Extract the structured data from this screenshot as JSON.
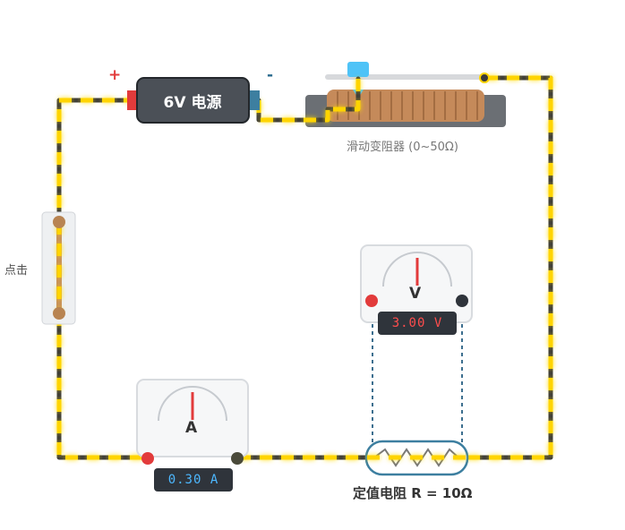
{
  "battery": {
    "label": "6V 电源",
    "plus": "+",
    "minus": "-"
  },
  "rheostat": {
    "label": "滑动变阻器 (0~50Ω)"
  },
  "switch": {
    "label": "点击"
  },
  "voltmeter": {
    "symbol": "V",
    "reading": "3.00 V"
  },
  "ammeter": {
    "symbol": "A",
    "reading": "0.30 A"
  },
  "resistor": {
    "label": "定值电阻 R = 10Ω"
  },
  "colors": {
    "flow": "#ffd400",
    "wire": "#3a3a3a",
    "positive": "#e23b3b",
    "negative": "#2f343b",
    "slider": "#4fc3f7"
  },
  "icons": {
    "switch": "knife-switch-icon",
    "resistor": "zigzag-resistor-icon"
  }
}
